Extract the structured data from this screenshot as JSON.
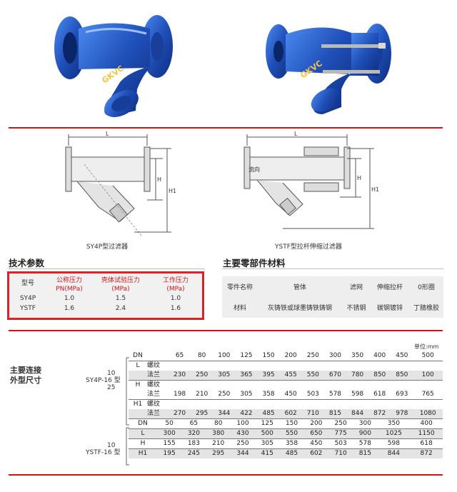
{
  "drawings": {
    "sy4p_caption": "SY4P型过滤器",
    "ystf_caption": "YSTF型拉杆伸缩过滤器",
    "dim_L": "L",
    "dim_H": "H",
    "dim_H1": "H1",
    "flow_label": "流向"
  },
  "tech": {
    "title": "技术参数",
    "headers": [
      "型号",
      "公称压力",
      "壳体试验压力",
      "工作压力"
    ],
    "units": [
      "",
      "PN(MPa)",
      "(MPa)",
      "(MPa)"
    ],
    "rows": [
      [
        "SY4P",
        "1.0",
        "1.5",
        "1.0"
      ],
      [
        "YSTF",
        "1.6",
        "2.4",
        "1.6"
      ]
    ]
  },
  "materials": {
    "title": "主要零部件材料",
    "header": [
      "零件名称",
      "管体",
      "滤网",
      "伸缩拉杆",
      "0形圈"
    ],
    "row": [
      "材料",
      "灰铸铁或球墨铸铁铸钢",
      "不锈钢",
      "碳钢镀锌",
      "丁腈橡胶"
    ]
  },
  "dimensions": {
    "title_line1": "主要连接",
    "title_line2": "外型尺寸",
    "unit": "单位:mm",
    "sy4p": {
      "model_label": "SY4P-",
      "pn_top": "10",
      "pn_mid": "16",
      "pn_bot": "25",
      "suffix": "型",
      "rows": [
        {
          "label": "DN",
          "sub": "",
          "values": [
            "65",
            "80",
            "100",
            "125",
            "150",
            "200",
            "250",
            "300",
            "350",
            "400",
            "450",
            "500"
          ]
        },
        {
          "label": "L",
          "sub": "螺纹",
          "values": [
            "",
            "",
            "",
            "",
            "",
            "",
            "",
            "",
            "",
            "",
            "",
            ""
          ]
        },
        {
          "label": "",
          "sub": "法兰",
          "values": [
            "230",
            "250",
            "305",
            "365",
            "395",
            "455",
            "550",
            "670",
            "780",
            "850",
            "850",
            "100"
          ]
        },
        {
          "label": "H",
          "sub": "螺纹",
          "values": [
            "",
            "",
            "",
            "",
            "",
            "",
            "",
            "",
            "",
            "",
            "",
            ""
          ]
        },
        {
          "label": "",
          "sub": "法兰",
          "values": [
            "198",
            "210",
            "250",
            "305",
            "358",
            "450",
            "503",
            "578",
            "598",
            "618",
            "693",
            "765"
          ]
        },
        {
          "label": "H1",
          "sub": "螺纹",
          "values": [
            "",
            "",
            "",
            "",
            "",
            "",
            "",
            "",
            "",
            "",
            "",
            ""
          ]
        },
        {
          "label": "",
          "sub": "法兰",
          "values": [
            "270",
            "295",
            "344",
            "422",
            "485",
            "602",
            "710",
            "815",
            "844",
            "872",
            "978",
            "1080"
          ]
        }
      ]
    },
    "ystf": {
      "model_label": "YSTF-",
      "pn_top": "10",
      "pn_bot": "16",
      "suffix": "型",
      "rows": [
        {
          "label": "DN",
          "values": [
            "50",
            "65",
            "80",
            "100",
            "125",
            "150",
            "200",
            "250",
            "300",
            "350",
            "400"
          ]
        },
        {
          "label": "L",
          "values": [
            "300",
            "320",
            "380",
            "430",
            "500",
            "550",
            "650",
            "775",
            "900",
            "1025",
            "1150"
          ]
        },
        {
          "label": "H",
          "values": [
            "155",
            "183",
            "210",
            "250",
            "305",
            "358",
            "450",
            "503",
            "578",
            "598",
            "618"
          ]
        },
        {
          "label": "H1",
          "values": [
            "195",
            "245",
            "295",
            "344",
            "415",
            "485",
            "602",
            "710",
            "815",
            "844",
            "872"
          ]
        }
      ]
    }
  },
  "colors": {
    "accent": "#c8161d",
    "valve_blue": "#1f4fb8"
  }
}
